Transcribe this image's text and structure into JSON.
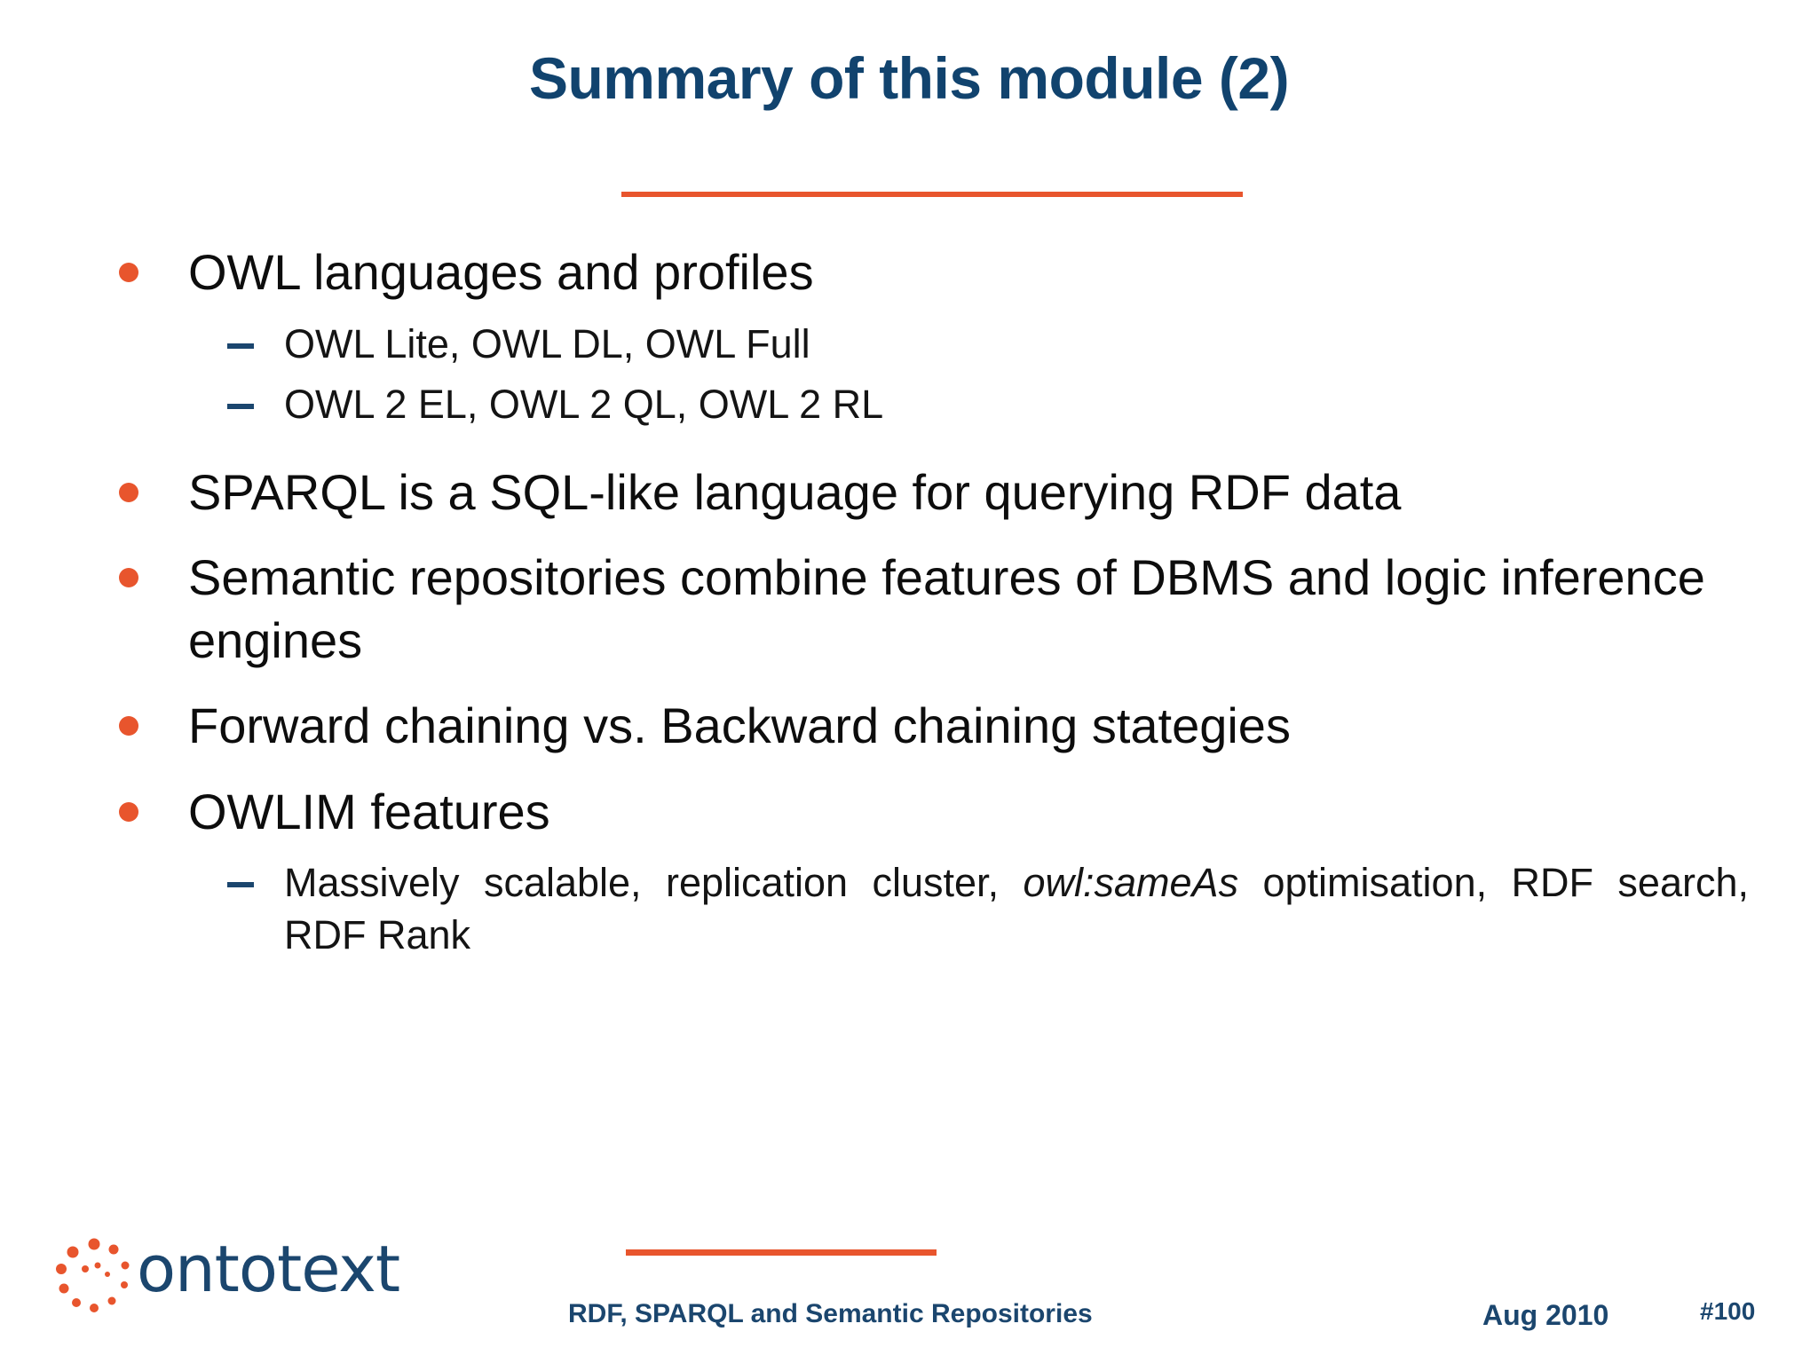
{
  "slide": {
    "title": "Summary of this module (2)",
    "accent_color": "#e8552d",
    "title_color": "#11436e",
    "body_color": "#0d0d0d",
    "background": "#ffffff"
  },
  "bullets": [
    {
      "text": "OWL languages and profiles",
      "sub": [
        "OWL Lite, OWL DL, OWL Full",
        "OWL 2 EL, OWL 2 QL, OWL 2 RL"
      ]
    },
    {
      "text": "SPARQL is a SQL-like language for querying RDF data",
      "sub": []
    },
    {
      "text": "Semantic repositories combine features of DBMS and logic inference engines",
      "sub": []
    },
    {
      "text": "Forward chaining vs. Backward chaining stategies",
      "sub": []
    },
    {
      "text": "OWLIM features",
      "sub": []
    }
  ],
  "owlim_sub": {
    "lead": "Massively scalable, replication cluster, ",
    "italic": "owl:sameAs",
    "tail": " optimisation, RDF search, RDF Rank"
  },
  "footer": {
    "logo_text": "ontotext",
    "caption": "RDF, SPARQL and Semantic Repositories",
    "date": "Aug 2010",
    "page": "#100",
    "logo_dot_color": "#e8552d",
    "logo_word_color": "#1b466e"
  }
}
